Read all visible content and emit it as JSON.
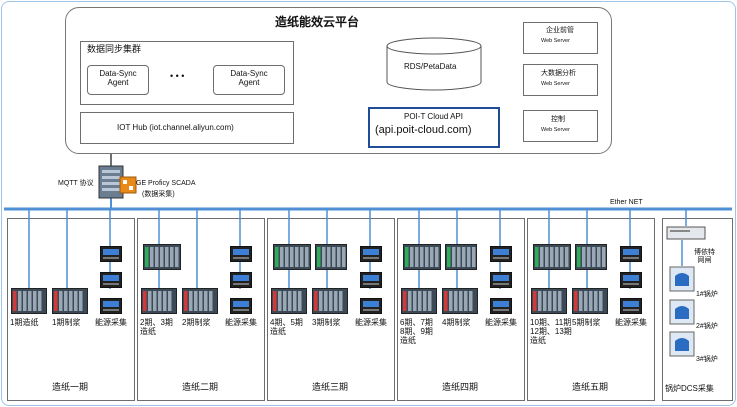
{
  "platform": {
    "title": "造纸能效云平台"
  },
  "cluster": {
    "title": "数据同步集群",
    "agent_label": "Data-Sync\nAgent",
    "ellipsis": "• • •"
  },
  "iot_hub": "IOT Hub (iot.channel.aliyun.com)",
  "rds": "RDS/PetaData",
  "api": {
    "line1": "POI-T Cloud API",
    "line2": "(api.poit-cloud.com)"
  },
  "servers": [
    {
      "name": "企业前管",
      "sub": "Web Server"
    },
    {
      "name": "大数据分析",
      "sub": "Web  Server"
    },
    {
      "name": "控制",
      "sub": "Web Server"
    }
  ],
  "mqtt": "MQTT 协议",
  "scada": {
    "line1": "GE  Proficy SCADA",
    "line2": "(数据采集)"
  },
  "ethernet": "Ether NET",
  "phases": [
    {
      "title": "造纸一期",
      "labels": [
        "1期造纸",
        "1期制浆",
        "能源采集"
      ]
    },
    {
      "title": "造纸二期",
      "labels": [
        "2期、3期\n造纸",
        "2期制浆",
        "能源采集"
      ]
    },
    {
      "title": "造纸三期",
      "labels": [
        "4期、5期\n造纸",
        "3期制浆",
        "能源采集"
      ]
    },
    {
      "title": "造纸四期",
      "labels": [
        "6期、7期\n8期、9期\n造纸",
        "4期制浆",
        "能源采集"
      ]
    },
    {
      "title": "造纸五期",
      "labels": [
        "10期、11期\n12期、13期\n造纸",
        "5期制浆",
        "能源采集"
      ]
    }
  ],
  "dcs": {
    "title": "锅炉DCS采集",
    "gateway": "博依特\n网闸",
    "boilers": [
      "1#锅炉",
      "2#锅炉",
      "3#锅炉"
    ]
  },
  "colors": {
    "line": "#4f8fd6",
    "frame": "#9ec4e8",
    "accent": "#1f4e96"
  }
}
